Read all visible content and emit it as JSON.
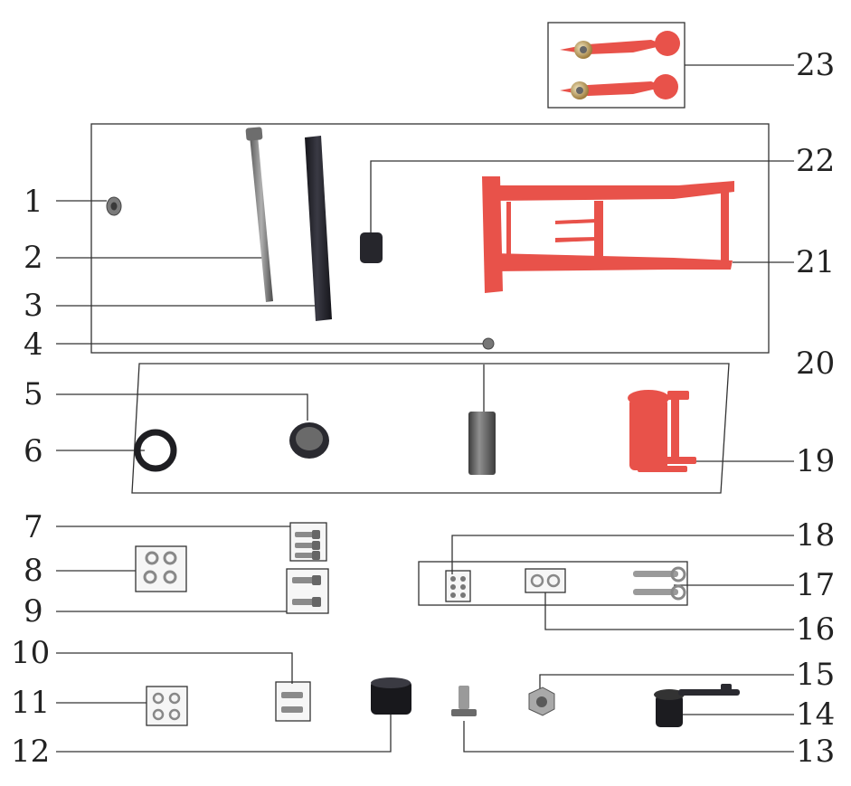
{
  "callouts": {
    "n1": "1",
    "n2": "2",
    "n3": "3",
    "n4": "4",
    "n5": "5",
    "n6": "6",
    "n7": "7",
    "n8": "8",
    "n9": "9",
    "n10": "10",
    "n11": "11",
    "n12": "12",
    "n13": "13",
    "n14": "14",
    "n15": "15",
    "n16": "16",
    "n17": "17",
    "n18": "18",
    "n19": "19",
    "n20": "20",
    "n21": "21",
    "n22": "22",
    "n23": "23"
  },
  "colors": {
    "red_part": "#e8524a",
    "dark_part": "#1f1f26",
    "metal": "#8d8d8d",
    "line": "#333333"
  }
}
